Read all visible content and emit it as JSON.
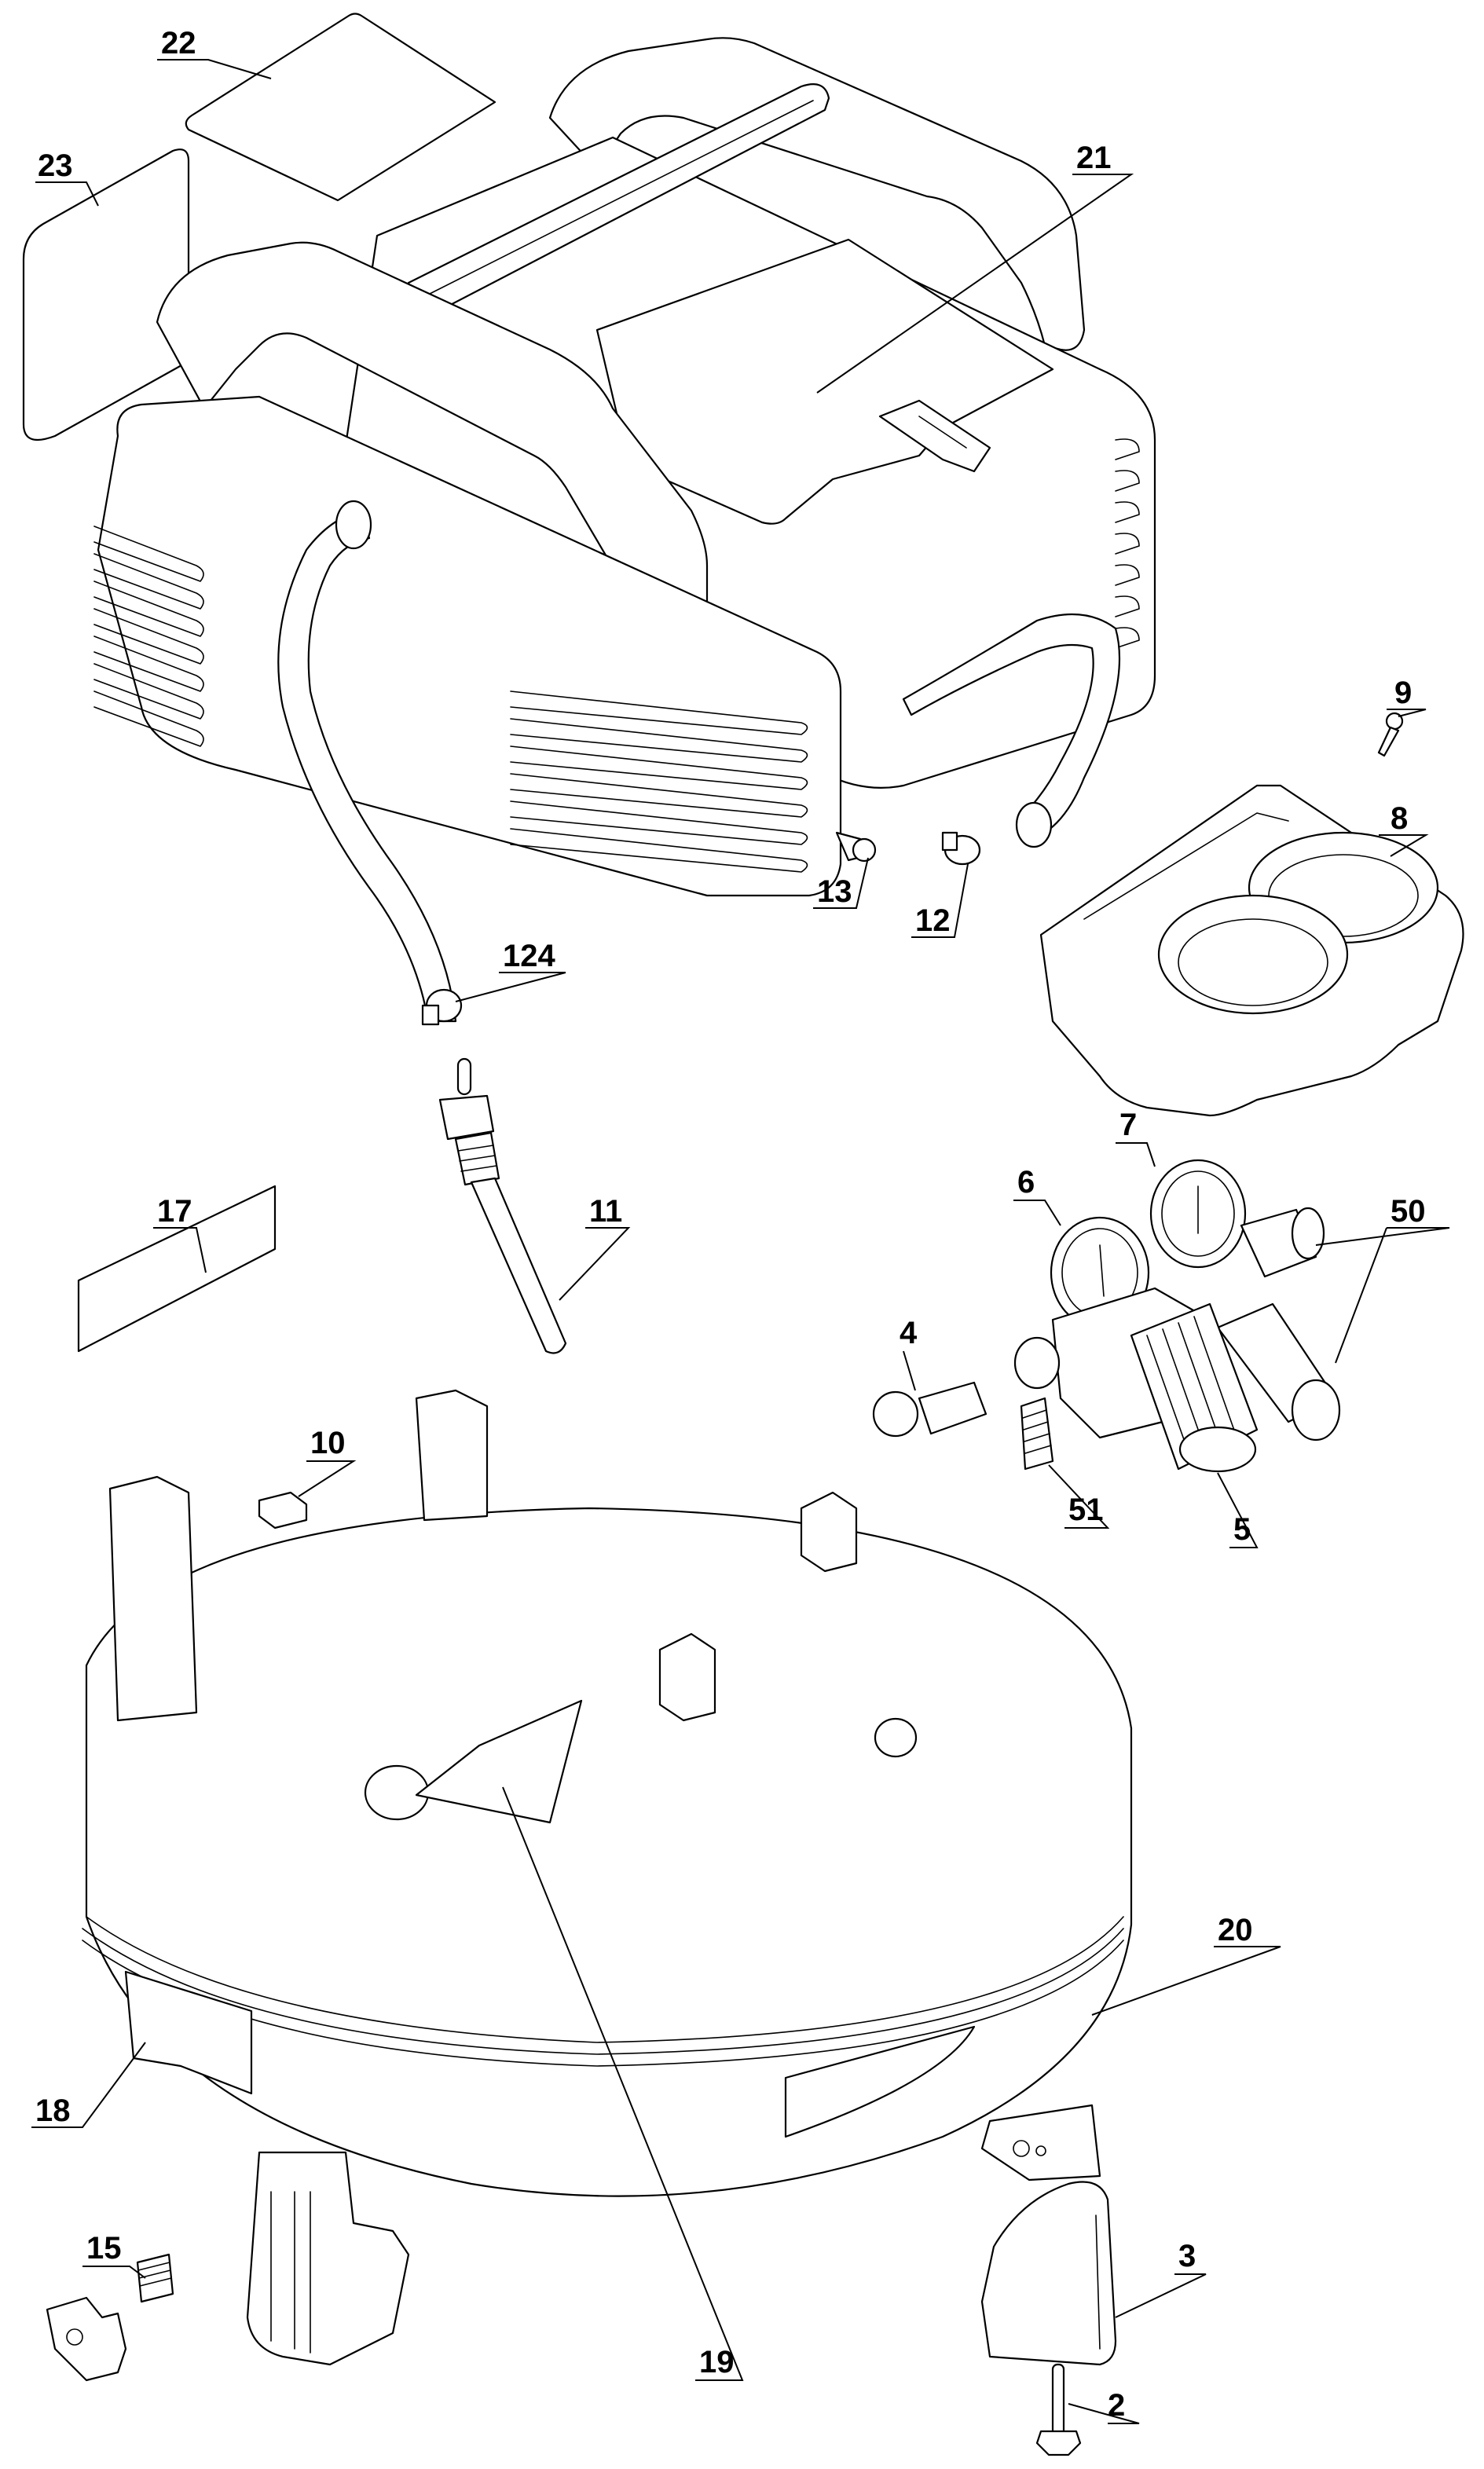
{
  "diagram": {
    "type": "exploded-parts-diagram",
    "subject": "pancake air compressor",
    "line_color": "#000000",
    "background": "#ffffff",
    "callouts": [
      {
        "id": "22",
        "label": "22",
        "part": "label-decal-top"
      },
      {
        "id": "23",
        "label": "23",
        "part": "label-decal-side"
      },
      {
        "id": "21",
        "label": "21",
        "part": "motor-pump-assembly-shroud"
      },
      {
        "id": "9",
        "label": "9",
        "part": "screw"
      },
      {
        "id": "8",
        "label": "8",
        "part": "console-cover"
      },
      {
        "id": "13",
        "label": "13",
        "part": "push-rivet"
      },
      {
        "id": "12",
        "label": "12",
        "part": "hose-clamp"
      },
      {
        "id": "124",
        "label": "124",
        "part": "hose-clamp"
      },
      {
        "id": "17",
        "label": "17",
        "part": "label"
      },
      {
        "id": "11",
        "label": "11",
        "part": "check-valve-tube"
      },
      {
        "id": "7",
        "label": "7",
        "part": "tank-pressure-gauge"
      },
      {
        "id": "6",
        "label": "6",
        "part": "outlet-pressure-gauge"
      },
      {
        "id": "50",
        "label": "50",
        "part": "quick-coupler"
      },
      {
        "id": "4",
        "label": "4",
        "part": "safety-valve"
      },
      {
        "id": "10",
        "label": "10",
        "part": "rubber-pad"
      },
      {
        "id": "51",
        "label": "51",
        "part": "manifold-nipple"
      },
      {
        "id": "5",
        "label": "5",
        "part": "regulator-knob"
      },
      {
        "id": "20",
        "label": "20",
        "part": "air-tank"
      },
      {
        "id": "18",
        "label": "18",
        "part": "tank-label"
      },
      {
        "id": "19",
        "label": "19",
        "part": "tank-label-top"
      },
      {
        "id": "15",
        "label": "15",
        "part": "drain-valve"
      },
      {
        "id": "3",
        "label": "3",
        "part": "rubber-foot"
      },
      {
        "id": "2",
        "label": "2",
        "part": "screw"
      }
    ]
  }
}
